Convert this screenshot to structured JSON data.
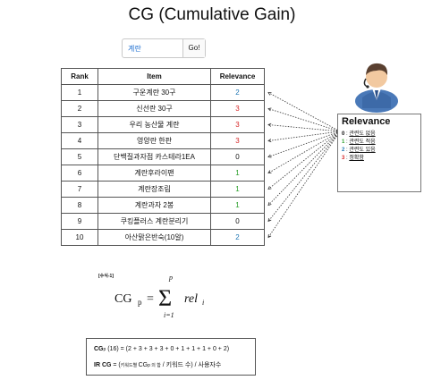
{
  "title": "CG (Cumulative Gain)",
  "search": {
    "query": "계란",
    "button": "Go!"
  },
  "table": {
    "headers": [
      "Rank",
      "Item",
      "Relevance"
    ],
    "rows": [
      {
        "rank": "1",
        "item": "구운계란 30구",
        "relevance": "2",
        "color": "blue"
      },
      {
        "rank": "2",
        "item": "신선란 30구",
        "relevance": "3",
        "color": "red"
      },
      {
        "rank": "3",
        "item": "우리 농산물 계란",
        "relevance": "3",
        "color": "red"
      },
      {
        "rank": "4",
        "item": "영양란 한판",
        "relevance": "3",
        "color": "red"
      },
      {
        "rank": "5",
        "item": "단백질과자점 카스테라1EA",
        "relevance": "0",
        "color": "black"
      },
      {
        "rank": "6",
        "item": "계란후라이팬",
        "relevance": "1",
        "color": "green"
      },
      {
        "rank": "7",
        "item": "계란장조림",
        "relevance": "1",
        "color": "green"
      },
      {
        "rank": "8",
        "item": "계란과자 2봉",
        "relevance": "1",
        "color": "green"
      },
      {
        "rank": "9",
        "item": "쿠킹플러스 계란분리기",
        "relevance": "0",
        "color": "black"
      },
      {
        "rank": "10",
        "item": "아산맑은반숙(10알)",
        "relevance": "2",
        "color": "blue"
      }
    ]
  },
  "legend": {
    "title": "Relevance",
    "items": [
      {
        "key": "0",
        "text": "관련도 없음",
        "color": "#111111"
      },
      {
        "key": "1",
        "text": "관련도 적음",
        "color": "#2ca02c"
      },
      {
        "key": "2",
        "text": "관련도 있음",
        "color": "#1f77b4"
      },
      {
        "key": "3",
        "text": "정확함",
        "color": "#d62728"
      }
    ]
  },
  "formula": {
    "label": "[수식-1]",
    "lhs": "CG",
    "lhs_sub": "p",
    "upper": "p",
    "lower": "i=1",
    "term": "rel",
    "term_sub": "i"
  },
  "example": {
    "line1_label": "CG",
    "line1_sub": "p",
    "line1_text": " (16) = (2 + 3 + 3 + 3 + 0 + 1 + 1 + 1 + 0 + 2)",
    "line2_label": "IR CG",
    "line2_prefix": " = (",
    "line2_small1": "키워드별 ",
    "line2_cg": "CG",
    "line2_sub": "p",
    "line2_small2": " 의 합",
    "line2_rest": " / 키워드 수) / 사용자수"
  }
}
